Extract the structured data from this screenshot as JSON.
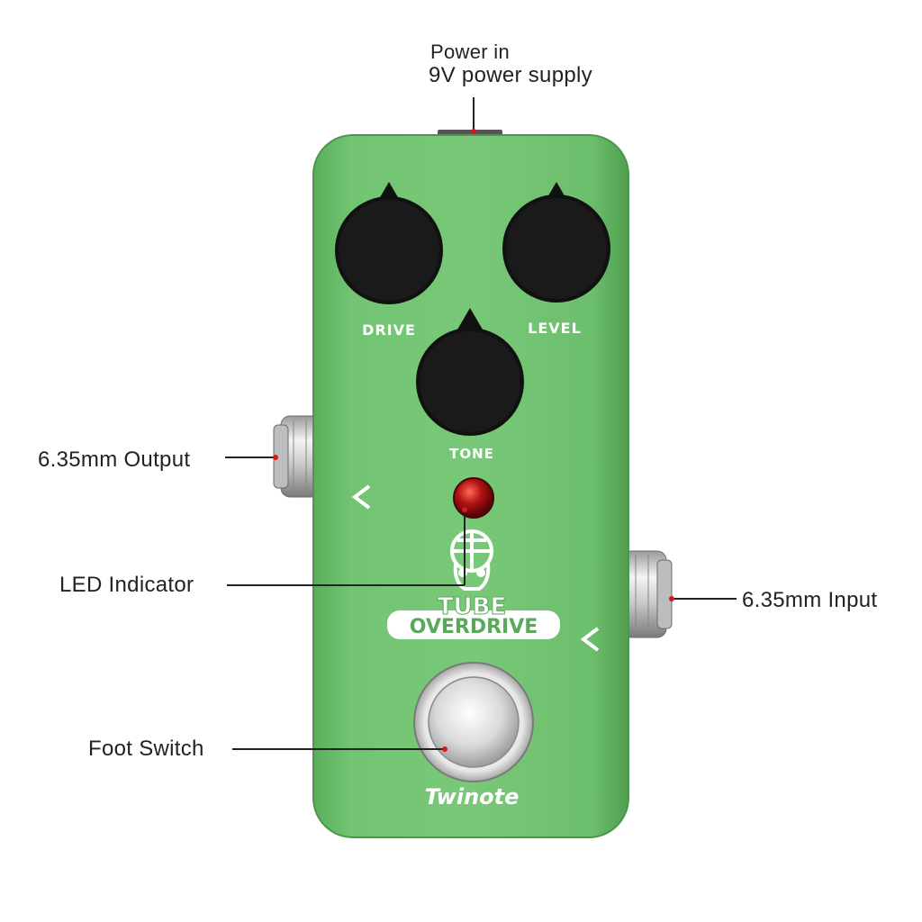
{
  "callouts": {
    "power": {
      "line1": "Power in",
      "line2": "9V power supply"
    },
    "output": "6.35mm Output",
    "input": "6.35mm Input",
    "led": "LED Indicator",
    "footswitch": "Foot Switch"
  },
  "pedal": {
    "knobs": {
      "drive": "DRIVE",
      "level": "LEVEL",
      "tone": "TONE"
    },
    "logo": {
      "line1": "TUBE",
      "line2": "OVERDRIVE"
    },
    "brand": "Twinote",
    "colors": {
      "body": "#6fc26f",
      "knob": "#111111",
      "led": "#b31212",
      "leader": "#222222",
      "dot": "#d81818"
    }
  }
}
